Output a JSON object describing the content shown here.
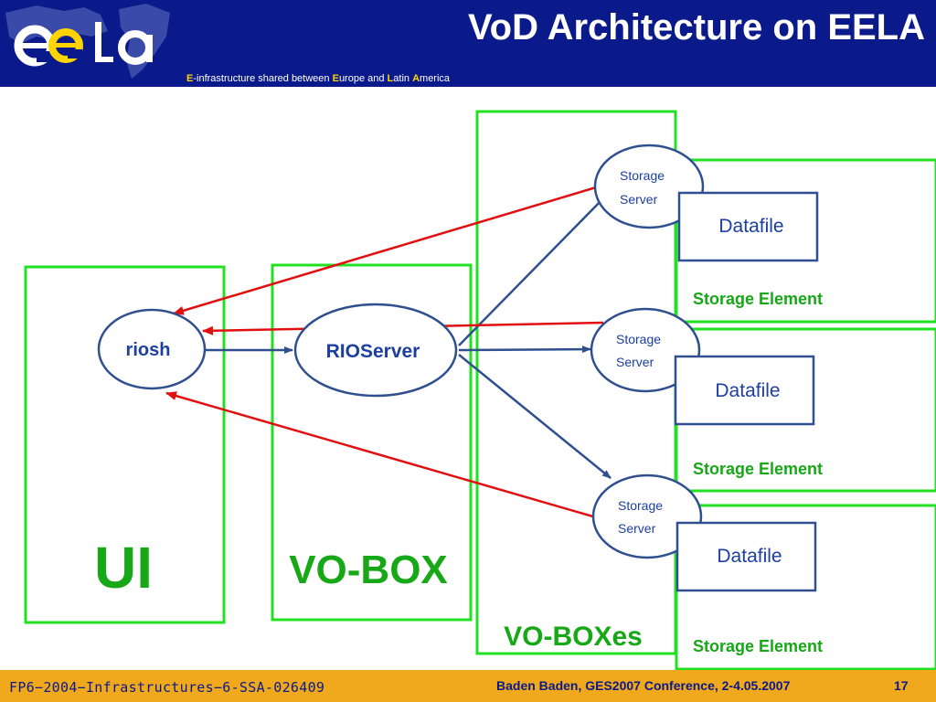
{
  "header": {
    "title": "VoD Architecture on EELA",
    "tagline": {
      "e1": "E",
      "t1": "-infrastructure shared between ",
      "e2": "E",
      "t2": "urope and ",
      "e3": "L",
      "t3": "atin ",
      "e4": "A",
      "t4": "merica"
    }
  },
  "diagram": {
    "ui_label": "UI",
    "vobox_label": "VO-BOX",
    "voboxes_label": "VO-BOXes",
    "riosh": "riosh",
    "rioserver": "RIOServer",
    "storage_servers": [
      {
        "line1": "Storage",
        "line2": "Server"
      },
      {
        "line1": "Storage",
        "line2": "Server"
      },
      {
        "line1": "Storage",
        "line2": "Server"
      }
    ],
    "datafiles": [
      "Datafile",
      "Datafile",
      "Datafile"
    ],
    "storage_elements": [
      "Storage Element",
      "Storage Element",
      "Storage Element"
    ]
  },
  "footer": {
    "project": "FP6−2004−Infrastructures−6-SSA-026409",
    "event": "Baden Baden, GES2007 Conference, 2-4.05.2007",
    "page": "17"
  },
  "colors": {
    "header_bg": "#0b1a8a",
    "footer_bg": "#f0a81c",
    "green": "#22e022",
    "blue_text": "#1c3fa0",
    "red_arrow": "#e11010"
  }
}
